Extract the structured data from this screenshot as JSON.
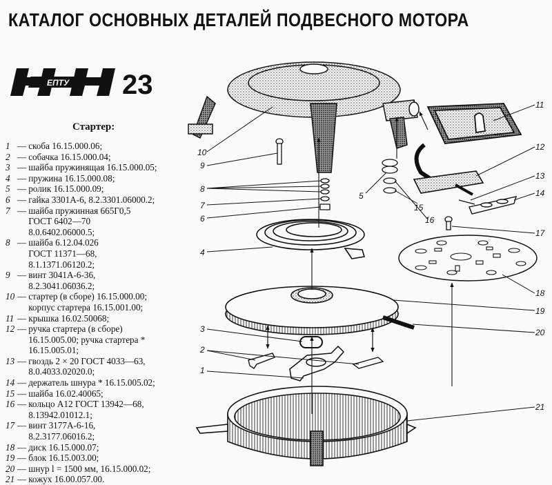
{
  "page": {
    "title": "КАТАЛОГ ОСНОВНЫХ ДЕТАЛЕЙ ПОДВЕСНОГО МОТОРА",
    "logo": {
      "brand": "НЕПТУН",
      "brand_inner": "ЕПТУ",
      "model": "23"
    },
    "section_title": "Стартер:"
  },
  "parts": [
    {
      "num": "1",
      "lines": [
        "скоба 16.15.000.06;"
      ]
    },
    {
      "num": "2",
      "lines": [
        "собачка 16.15.000.04;"
      ]
    },
    {
      "num": "3",
      "lines": [
        "шайба пружинящая 16.15.000.05;"
      ]
    },
    {
      "num": "4",
      "lines": [
        "пружина 16.15.000.08;"
      ]
    },
    {
      "num": "5",
      "lines": [
        "ролик 16.15.000.09;"
      ]
    },
    {
      "num": "6",
      "lines": [
        "гайка 3301А-6, 8.2.3301.06000.2;"
      ]
    },
    {
      "num": "7",
      "lines": [
        "шайба пружинная 665Г0,5",
        "ГОСТ 6402—70",
        "8.0.6402.06000.5;"
      ]
    },
    {
      "num": "8",
      "lines": [
        "шайба 6.12.04.026",
        "ГОСТ 11371—68,",
        "8.1.1371.06120.2;"
      ]
    },
    {
      "num": "9",
      "lines": [
        "винт 3041А-6-36,",
        "8.2.3041.06036.2;"
      ]
    },
    {
      "num": "10",
      "lines": [
        "стартер (в сборе) 16.15.000.00;",
        "корпус стартера 16.15.001.00;"
      ]
    },
    {
      "num": "11",
      "lines": [
        "крышка 16.02.50068;"
      ]
    },
    {
      "num": "12",
      "lines": [
        "ручка стартера (в сборе)",
        "16.15.005.00; ручка стартера *",
        "16.15.005.01;"
      ]
    },
    {
      "num": "13",
      "lines": [
        "гвоздь 2 × 20 ГОСТ 4033—63,",
        "8.0.4033.02020.0;"
      ]
    },
    {
      "num": "14",
      "lines": [
        "держатель шнура * 16.15.005.02;"
      ]
    },
    {
      "num": "15",
      "lines": [
        "шайба 16.02.40065;"
      ]
    },
    {
      "num": "16",
      "lines": [
        "кольцо А12 ГОСТ 13942—68,",
        "8.13942.01012.1;"
      ]
    },
    {
      "num": "17",
      "lines": [
        "винт 3177А-6-16,",
        "8.2.3177.06016.2;"
      ]
    },
    {
      "num": "18",
      "lines": [
        "диск 16.15.000.07;"
      ]
    },
    {
      "num": "19",
      "lines": [
        "блок 16.15.003.00;"
      ]
    },
    {
      "num": "20",
      "lines": [
        "шнур l = 1500 мм, 16.15.000.02;"
      ]
    },
    {
      "num": "21",
      "lines": [
        "кожух 16.00.057.00."
      ]
    }
  ],
  "callouts": [
    "1",
    "2",
    "3",
    "4",
    "5",
    "6",
    "7",
    "8",
    "9",
    "10",
    "11",
    "12",
    "13",
    "14",
    "15",
    "16",
    "17",
    "18",
    "19",
    "20",
    "21"
  ],
  "colors": {
    "ink": "#111111",
    "paper": "#fbfbf9",
    "stipple": "#555555"
  }
}
